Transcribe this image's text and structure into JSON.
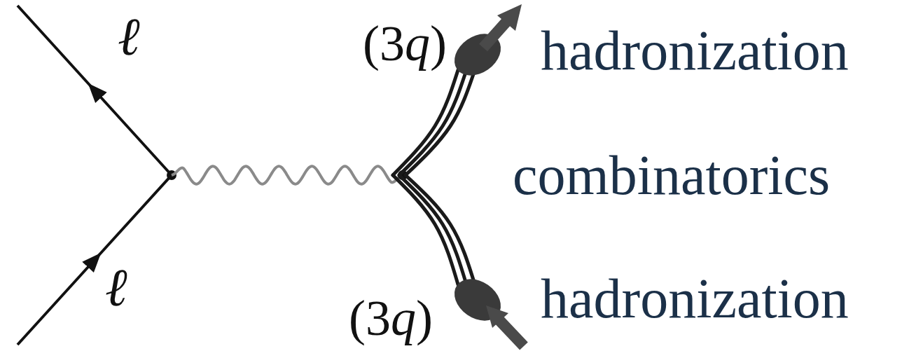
{
  "diagram": {
    "labels": [
      "ℓ",
      "ℓ",
      "(3q)",
      "(3q)",
      "hadronization",
      "combinatorics",
      "hadronization"
    ]
  }
}
